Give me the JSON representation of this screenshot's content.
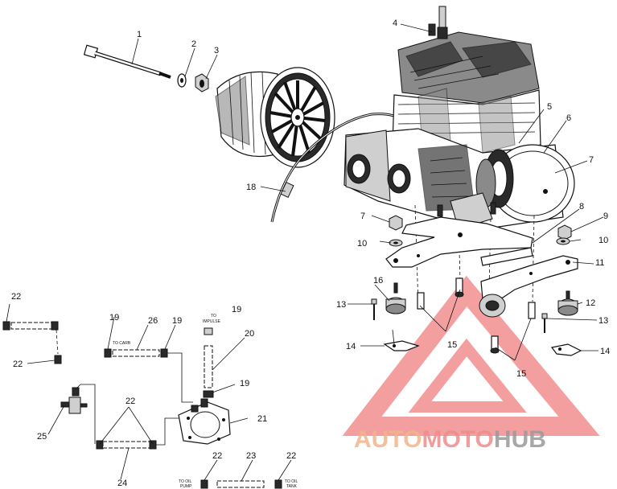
{
  "callouts": {
    "c1": "1",
    "c2": "2",
    "c3": "3",
    "c4": "4",
    "c5": "5",
    "c6": "6",
    "c7a": "7",
    "c7b": "7",
    "c8": "8",
    "c9": "9",
    "c10a": "10",
    "c10b": "10",
    "c11": "11",
    "c12": "12",
    "c13a": "13",
    "c13b": "13",
    "c14a": "14",
    "c14b": "14",
    "c15a": "15",
    "c15b": "15",
    "c16": "16",
    "c18": "18",
    "c19a": "19",
    "c19b": "19",
    "c19c": "19",
    "c20": "20",
    "c21": "21",
    "c22a": "22",
    "c22b": "22",
    "c22c": "22",
    "c22d": "22",
    "c22e": "22",
    "c23": "23",
    "c24": "24",
    "c25": "25",
    "c26": "26"
  },
  "hose_labels": {
    "to_carb": "TO CARB",
    "to_impulse_1": "TO",
    "to_impulse_2": "IMPULSE",
    "to_oil_pump_1": "TO OIL",
    "to_oil_pump_2": "PUMP",
    "to_oil_tank_1": "TO OIL",
    "to_oil_tank_2": "TANK"
  },
  "watermark": {
    "part1": "AUTO",
    "part2": "MOTO",
    "part3": "HUB",
    "color1": "#f2b48c",
    "color2": "#ee8c8c",
    "color3": "#9a9a9a",
    "triangle_color": "#f08080"
  }
}
